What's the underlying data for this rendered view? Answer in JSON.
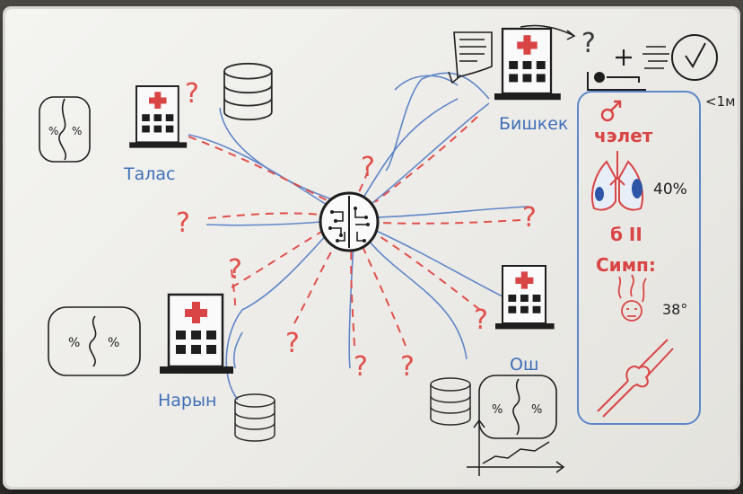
{
  "labels": {
    "talas": "Талас",
    "naryn": "Нарын",
    "osh": "Ош",
    "bishkek": "Бишкек",
    "lt": "<1м"
  },
  "panel": {
    "title": "чэлет",
    "percent": "40%",
    "stage": "б II",
    "symptoms": "Симп:",
    "temperature": "38°"
  },
  "puzzle_text": "%",
  "question_mark": "?",
  "colors": {
    "blue": "#3f6fb8",
    "red": "#d94545",
    "black": "#1e1e1e"
  }
}
